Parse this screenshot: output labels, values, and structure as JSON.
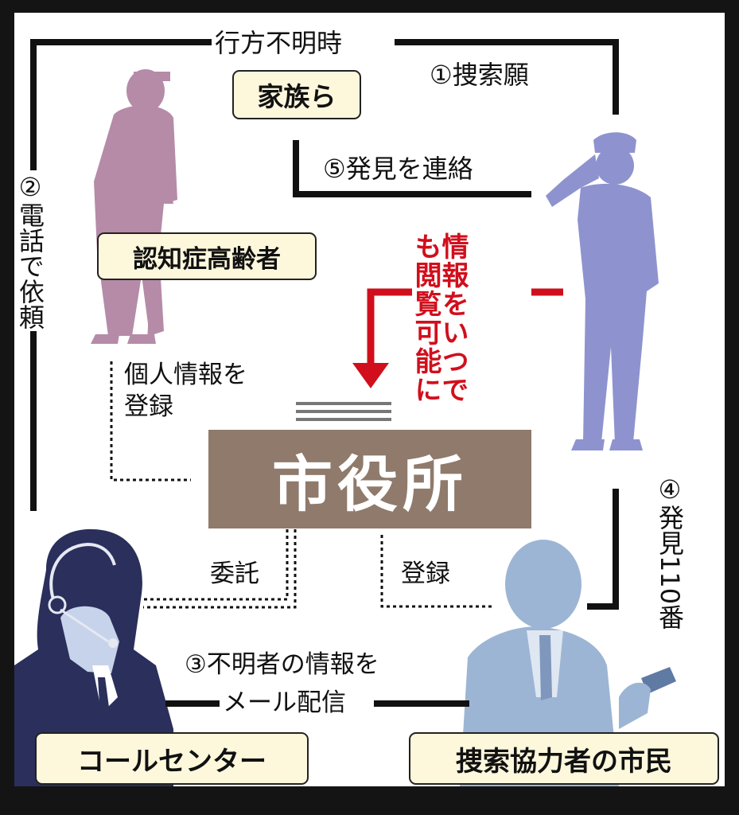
{
  "labels": {
    "missing_time": "行方不明時",
    "family": "家族ら",
    "step1": "①捜索願",
    "step5": "⑤発見を連絡",
    "step2_vertical": "②電話で依頼",
    "elderly": "認知症高齢者",
    "info_anytime": "情報をいつでも閲覧可能に",
    "register_personal_line1": "個人情報を",
    "register_personal_line2": "登録",
    "city_hall": "市役所",
    "consign": "委託",
    "register": "登録",
    "step4_vertical": "④発見110番",
    "step3_line1": "③不明者の情報を",
    "step3_line2": "メール配信",
    "call_center": "コールセンター",
    "citizens": "捜索協力者の市民"
  },
  "colors": {
    "elderly_silhouette": "#b58ba8",
    "police_silhouette": "#8e93cf",
    "operator_silhouette": "#2a2f5c",
    "citizen_silhouette": "#9db5d4",
    "city_hall_fill": "#8f7a6b",
    "label_box_fill": "#fdf7dc",
    "accent_red": "#d10f1c",
    "arrow_black": "#111111"
  },
  "icons": {
    "elderly": "elderly-with-cane-silhouette",
    "police": "saluting-police-officer-silhouette",
    "operator": "headset-operator-silhouette",
    "citizen": "citizen-with-smartphone-silhouette"
  }
}
